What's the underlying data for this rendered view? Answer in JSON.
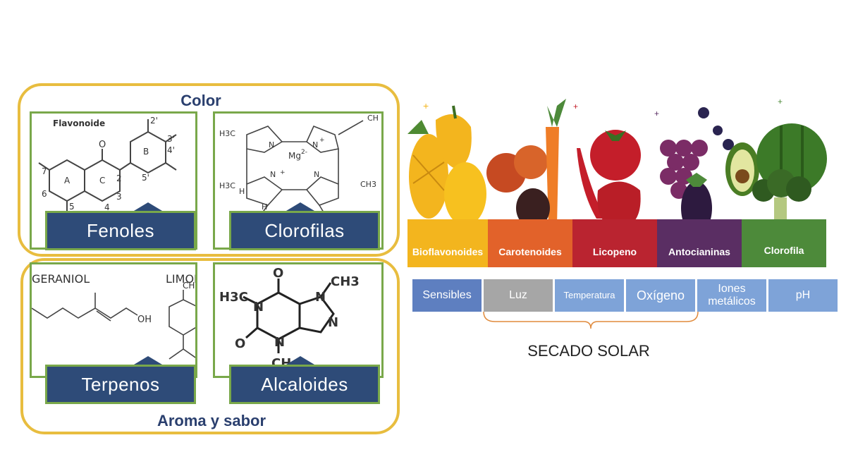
{
  "left_panel": {
    "color_title": "Color",
    "aroma_title": "Aroma y sabor",
    "cards": {
      "fenoles": {
        "label": "Fenoles",
        "molecule_title": "Flavonoide",
        "ring_labels": [
          "A",
          "B",
          "C"
        ],
        "atom_labels": [
          "O",
          "2'",
          "3'",
          "4'",
          "5'",
          "2",
          "3",
          "4",
          "5",
          "6",
          "7"
        ]
      },
      "clorofilas": {
        "label": "Clorofilas",
        "atom_labels": [
          "H3C",
          "N",
          "N",
          "N",
          "N",
          "Mg",
          "2-",
          "+",
          "+",
          "H3C",
          "H",
          "H",
          "CH3",
          "CH"
        ]
      },
      "terpenos": {
        "label": "Terpenos",
        "compound_names": [
          "GERANIOL",
          "LIMON"
        ],
        "atom_labels": [
          "OH",
          "CH"
        ]
      },
      "alcaloides": {
        "label": "Alcaloides",
        "atom_labels": [
          "O",
          "H3C",
          "N",
          "O",
          "N",
          "N",
          "N",
          "CH3",
          "CH"
        ]
      }
    }
  },
  "right_panel": {
    "bands": [
      {
        "label": "Bioflavonoides",
        "color": "#f3b51e"
      },
      {
        "label": "Carotenoides",
        "color": "#e2622a"
      },
      {
        "label": "Licopeno",
        "color": "#ba2430"
      },
      {
        "label": "Antocianinas",
        "color": "#5a2e63"
      },
      {
        "label": "Clorofila",
        "color": "#4d8a3a"
      }
    ],
    "flow": [
      {
        "label": "Sensibles",
        "color": "#5e7fc0"
      },
      {
        "label": "Luz",
        "color": "#a6a6a6"
      },
      {
        "label": "Temperatura",
        "color": "#7ea3d8"
      },
      {
        "label": "Oxígeno",
        "color": "#7ea3d8"
      },
      {
        "label": "Iones metálicos",
        "color": "#7ea3d8"
      },
      {
        "label": "pH",
        "color": "#7ea3d8"
      }
    ],
    "caption": "SECADO SOLAR"
  }
}
